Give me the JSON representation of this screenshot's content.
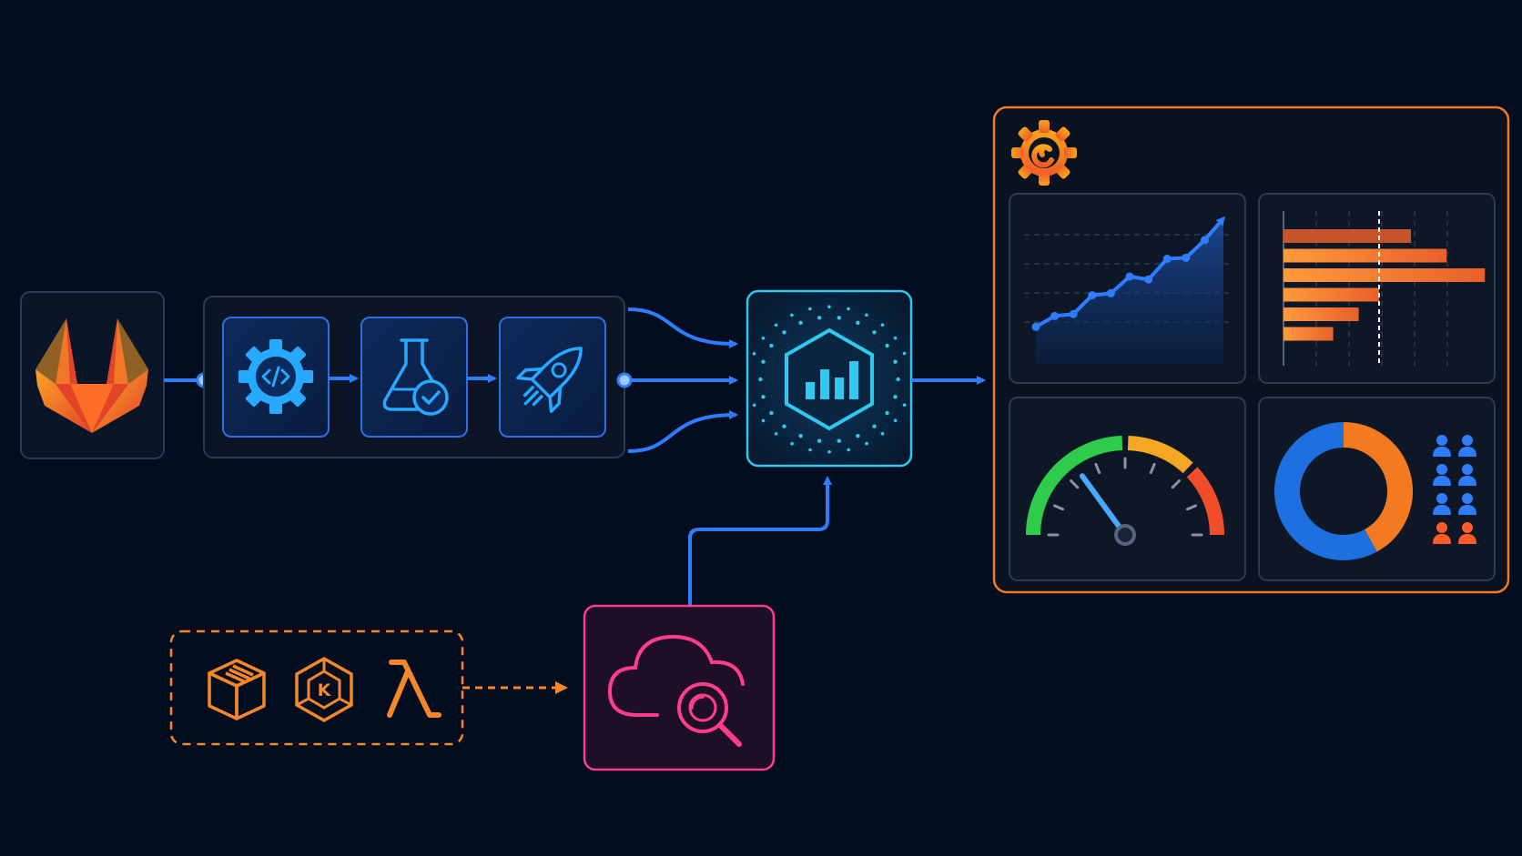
{
  "colors": {
    "background": "#020d1f",
    "pipeline_blue": "#2f7dff",
    "icon_blue": "#27a9ff",
    "hub_cyan": "#2ec8f0",
    "cloudwatch_pink": "#ff3d8c",
    "aws_orange": "#f5872a",
    "grafana_orange": "#f47a22",
    "gauge_green": "#2ecc4a",
    "gitlab_orange": "#fc6d26"
  },
  "nodes": {
    "gitlab": {
      "icon": "gitlab-logo"
    },
    "pipeline_stages": [
      {
        "icon": "gear-code-icon",
        "meaning": "build"
      },
      {
        "icon": "flask-check-icon",
        "meaning": "test"
      },
      {
        "icon": "rocket-icon",
        "meaning": "deploy"
      }
    ],
    "hub": {
      "icon": "hexagon-bar-chart-icon"
    },
    "cloudwatch": {
      "icon": "cloud-search-icon"
    },
    "aws_sources": [
      {
        "icon": "ec2-box-icon"
      },
      {
        "icon": "eks-k-hexagon-icon",
        "glyph": "K"
      },
      {
        "icon": "lambda-icon",
        "glyph": "λ"
      }
    ],
    "grafana": {
      "icon": "grafana-logo"
    }
  },
  "dashboard": {
    "line_chart": {
      "trend": "rising",
      "values": [
        2,
        3.1,
        3.3,
        5.2,
        5.4,
        7.1,
        6.8,
        8.9,
        9.0,
        10.8,
        13
      ]
    },
    "bar_chart": {
      "values": [
        100,
        128,
        158,
        75,
        59,
        39
      ],
      "threshold": 75
    },
    "gauge": {
      "needle_fraction": 0.3
    },
    "donut": {
      "segments": [
        {
          "share": 0.42,
          "color": "#f47a22"
        },
        {
          "share": 0.58,
          "color": "#1e6fe0"
        }
      ]
    },
    "people": {
      "rows": [
        {
          "count": 2,
          "color": "#2f7dff"
        },
        {
          "count": 2,
          "color": "#2f7dff"
        },
        {
          "count": 2,
          "color": "#2f7dff"
        },
        {
          "count": 2,
          "color": "#ff5a2a"
        }
      ]
    }
  }
}
